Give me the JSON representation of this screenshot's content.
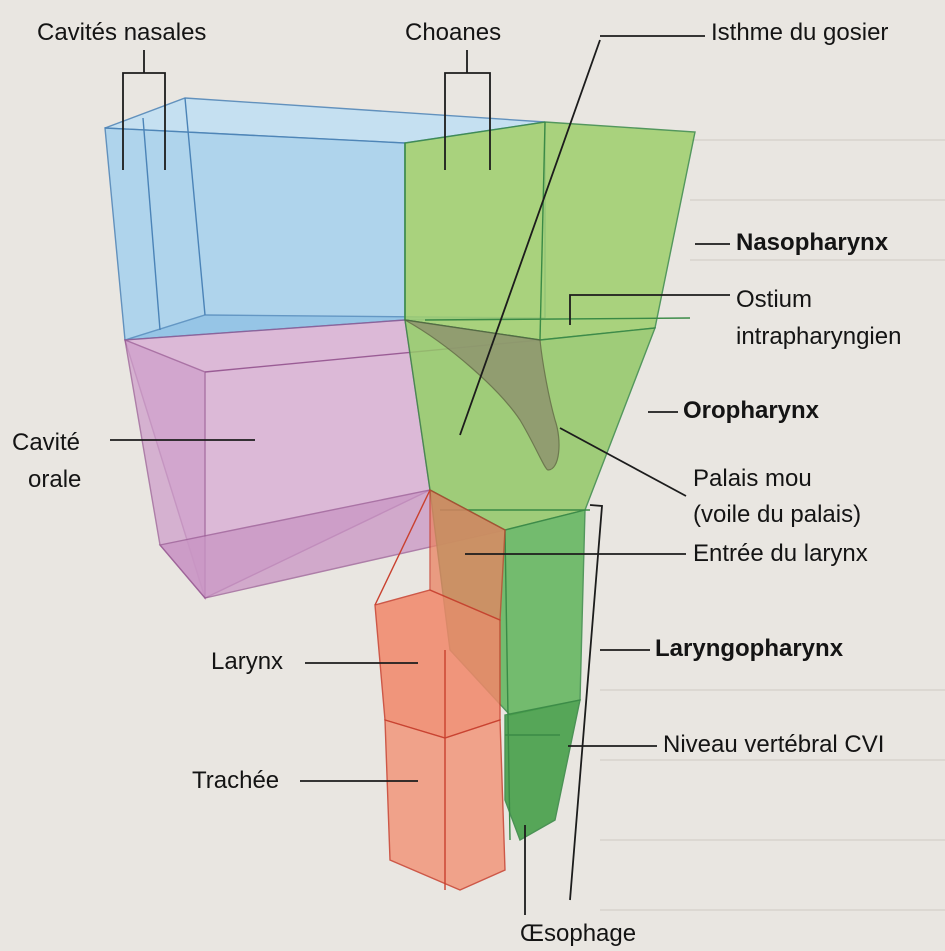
{
  "diagram": {
    "colors": {
      "background": "#e9e6e1",
      "nasal_cavities": "#a6d2ef",
      "pharynx_upper": "#9fcf6c",
      "pharynx_lower": "#4ea64e",
      "oral_cavity": "#d7a9d2",
      "larynx_trachea": "#f2876a",
      "soft_palate": "#9b9a7a"
    },
    "labels": {
      "cavites_nasales": "Cavités nasales",
      "choanes": "Choanes",
      "isthme": "Isthme du gosier",
      "nasopharynx": "Nasopharynx",
      "ostium_1": "Ostium",
      "ostium_2": "intrapharyngien",
      "oropharynx": "Oropharynx",
      "palais_1": "Palais mou",
      "palais_2": "(voile du palais)",
      "entree_larynx": "Entrée du larynx",
      "laryngopharynx": "Laryngopharynx",
      "niveau": "Niveau vertébral CVI",
      "cavite_orale_1": "Cavité",
      "cavite_orale_2": "orale",
      "larynx": "Larynx",
      "trachee": "Trachée",
      "oesophage": "Œsophage"
    }
  }
}
